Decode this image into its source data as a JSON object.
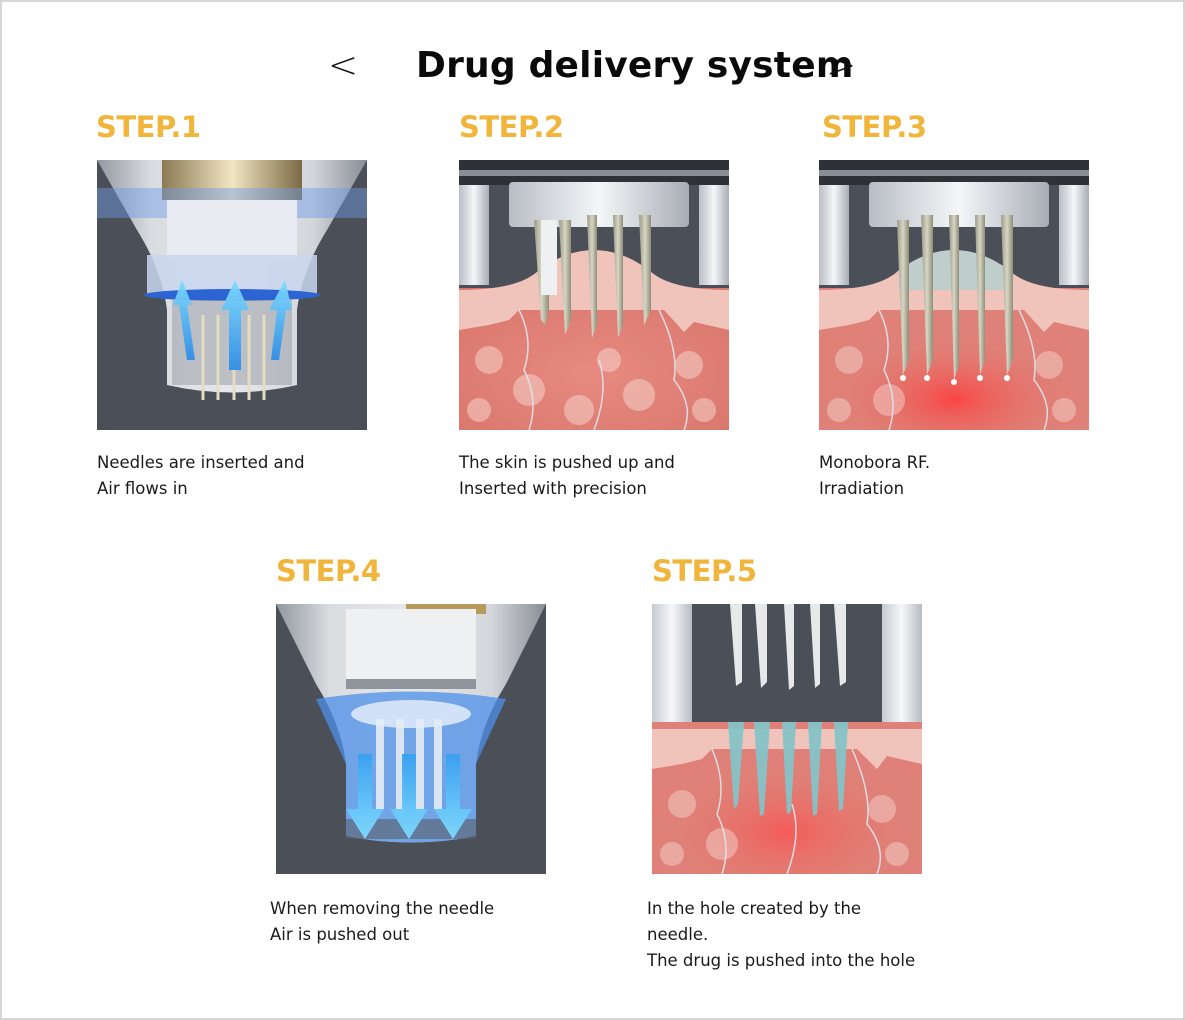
{
  "header": {
    "title": "Drug delivery system",
    "prev_label": "<",
    "next_label": ">"
  },
  "colors": {
    "step_label": "#f0b53a",
    "device_bg": "#4c5058",
    "skin": "#e58b82",
    "air_arrow": "#3aa8f0"
  },
  "steps": [
    {
      "label": "STEP.1",
      "image_icon": "needles-inserted-air-in-illustration",
      "caption": [
        "Needles are inserted and",
        "Air flows in"
      ]
    },
    {
      "label": "STEP.2",
      "image_icon": "skin-pushed-up-needles-illustration",
      "caption": [
        "The skin is pushed up and",
        "Inserted with precision"
      ]
    },
    {
      "label": "STEP.3",
      "image_icon": "rf-irradiation-illustration",
      "caption": [
        "Monobora RF.",
        "Irradiation"
      ]
    },
    {
      "label": "STEP.4",
      "image_icon": "needle-removal-air-out-illustration",
      "caption": [
        "When removing the needle",
        "Air is pushed out"
      ]
    },
    {
      "label": "STEP.5",
      "image_icon": "drug-pushed-into-hole-illustration",
      "caption": [
        "In the hole created by the",
        "needle.",
        "The drug is pushed into the hole"
      ]
    }
  ]
}
